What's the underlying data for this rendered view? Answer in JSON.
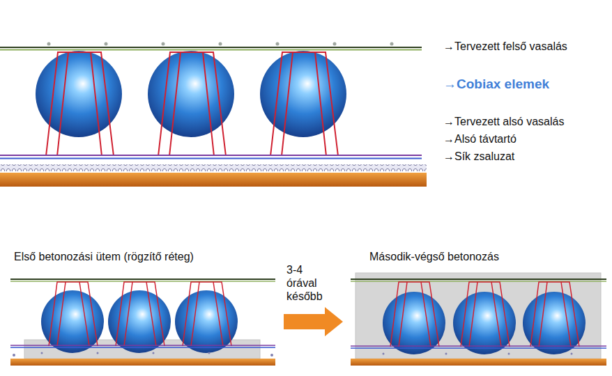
{
  "diagram": {
    "nodes": [
      {
        "text": [
          "Első betonozási ütem (rögzítő réteg)"
        ]
      },
      {
        "text": [
          "Második-végső betonozás"
        ]
      }
    ],
    "edges": [
      {
        "from": 0,
        "to": 1,
        "arrow": "to",
        "label": "3-4 órával később"
      }
    ],
    "labels": [
      "→Tervezett felső vasalás",
      "→Cobiax elemek",
      "→Tervezett alsó vasalás",
      "→Alsó távtartó",
      "→Sík zsaluzat"
    ]
  }
}
